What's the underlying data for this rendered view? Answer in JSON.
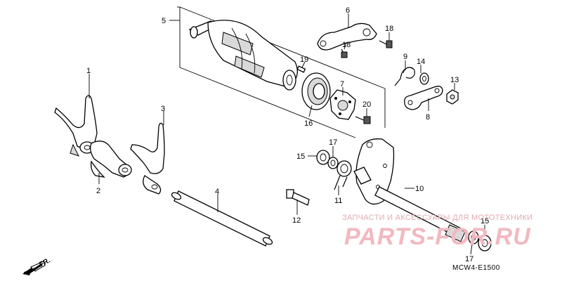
{
  "part_numbers": {
    "p1": "1",
    "p2": "2",
    "p3": "3",
    "p4": "4",
    "p5": "5",
    "p6": "6",
    "p7": "7",
    "p8": "8",
    "p9": "9",
    "p10": "10",
    "p11": "11",
    "p12": "12",
    "p13": "13",
    "p14": "14",
    "p15a": "15",
    "p15b": "15",
    "p16": "16",
    "p17a": "17",
    "p17b": "17",
    "p18a": "18",
    "p18b": "18",
    "p19": "19",
    "p20": "20"
  },
  "direction_label": "FR.",
  "diagram_code": "MCW4-E1500",
  "watermark": {
    "tagline": "ЗАПЧАСТИ И АКСЕССУАРЫ ДЛЯ МОТОТЕХНИКИ",
    "brand": "PARTS-FOR.RU"
  },
  "colors": {
    "line": "#000000",
    "watermark": "#f2b9c0"
  }
}
